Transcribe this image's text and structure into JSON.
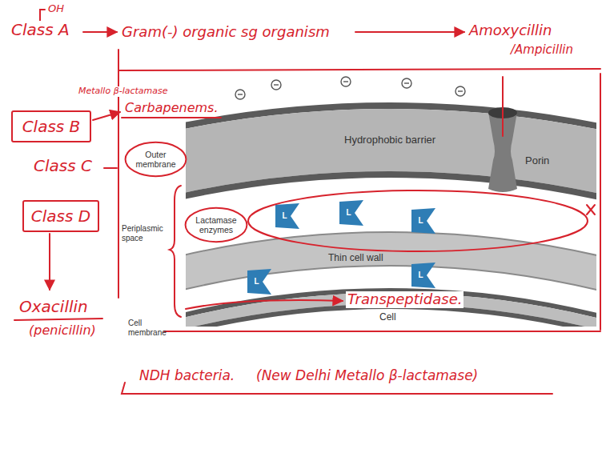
{
  "diagram": {
    "nodes": [
      {
        "text": [
          "Class B"
        ]
      },
      {
        "text": [
          "Outer membrane"
        ]
      },
      {
        "text": [
          "Class D"
        ]
      },
      {
        "text": [
          "Lactamase enzymes"
        ]
      },
      {
        "text": [
          "L"
        ]
      },
      {
        "text": [
          "L"
        ]
      },
      {
        "text": [
          "L"
        ]
      },
      {
        "text": [
          "L"
        ]
      },
      {
        "text": [
          "L"
        ]
      }
    ],
    "labels": [
      "OH",
      "Class A",
      "Gram(-) organic sg organism",
      "Amoxycillin",
      "/Ampicillin",
      "Metallo β-lactamase",
      "Carbapenems.",
      "Hydrophobic barrier",
      "Porin",
      "Class C",
      "Periplasmic space",
      "Thin cell wall",
      "Transpeptidase.",
      "Oxacillin",
      "Cell",
      "Cell membrane",
      "(penicillin)",
      "NDH bacteria.",
      "(New Delhi Metallo β-lactamase)"
    ]
  }
}
